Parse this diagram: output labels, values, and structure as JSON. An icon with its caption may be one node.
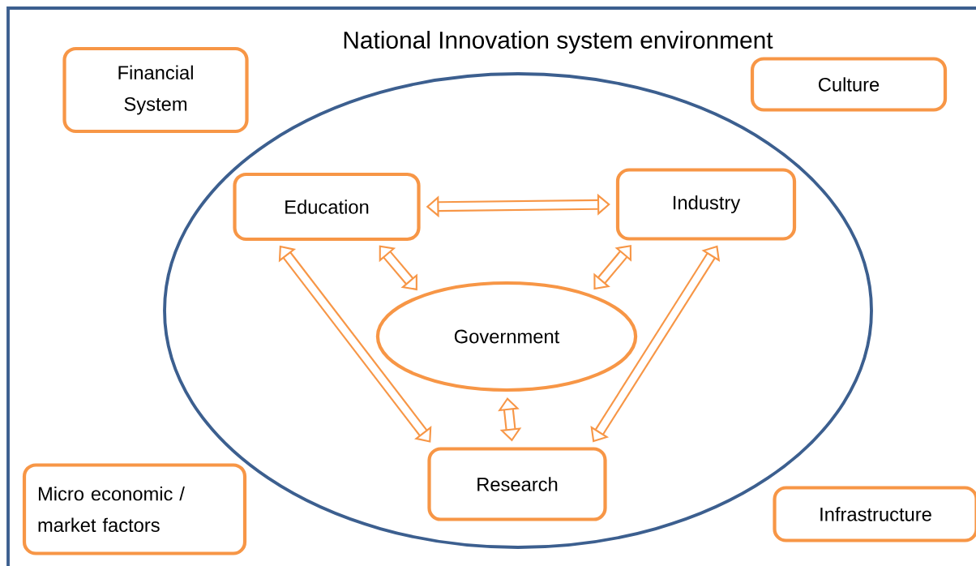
{
  "diagram": {
    "title": "National Innovation system environment",
    "nodes": [
      {
        "text": [
          "Financial System"
        ]
      },
      {
        "text": [
          "Culture"
        ]
      },
      {
        "text": [],
        "shape": "ellipse"
      },
      {
        "text": [
          "Education"
        ],
        "in": 2
      },
      {
        "text": [
          "Industry"
        ],
        "in": 2
      },
      {
        "text": [
          "Government"
        ],
        "in": 2
      },
      {
        "text": [
          "Research"
        ],
        "in": 2
      },
      {
        "text": [
          "Micro economic / market factors"
        ]
      },
      {
        "text": [
          "Infrastructure"
        ]
      }
    ],
    "edges": [
      {
        "from": 3,
        "to": 4,
        "arrow": "both"
      },
      {
        "from": 3,
        "to": 5,
        "arrow": "both"
      },
      {
        "from": 4,
        "to": 5,
        "arrow": "both"
      },
      {
        "from": 3,
        "to": 6,
        "arrow": "both"
      },
      {
        "from": 4,
        "to": 6,
        "arrow": "both"
      },
      {
        "from": 5,
        "to": 6,
        "arrow": "both"
      }
    ]
  }
}
